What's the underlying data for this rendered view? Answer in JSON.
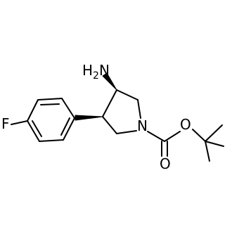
{
  "atoms": {
    "amine_h": "H",
    "amine_sub": "2",
    "amine_n": "N",
    "ring_n": "N",
    "fluorine": "F",
    "ester_o": "O",
    "carbonyl_o": "O"
  },
  "colors": {
    "bond": "#000000",
    "label": "#000000",
    "background": "#ffffff"
  }
}
